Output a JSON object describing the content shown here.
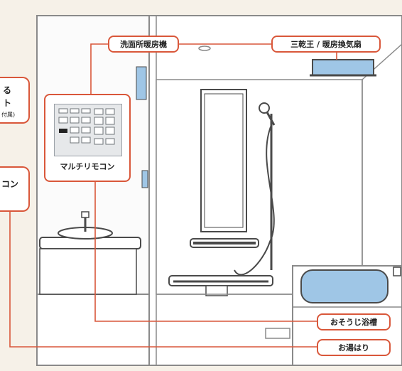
{
  "colors": {
    "accent": "#d9573a",
    "wall": "#ffffff",
    "outline": "#8a8a8a",
    "water": "#9fc6e6",
    "fixture": "#4a4a4a",
    "background": "#f6f1e8"
  },
  "labels": {
    "washroom_heater": "洗面所暖房機",
    "bathroom_dryer": "三乾王 / 暖房換気扇",
    "multi_remote": "マルチリモコン",
    "cleaning": "おそうじ浴槽",
    "hot_water": "お湯はり"
  },
  "cut_labels": {
    "top_left_line1": "る",
    "top_left_line2": "ト",
    "top_left_small": "付属)",
    "mid_left": "コン"
  }
}
